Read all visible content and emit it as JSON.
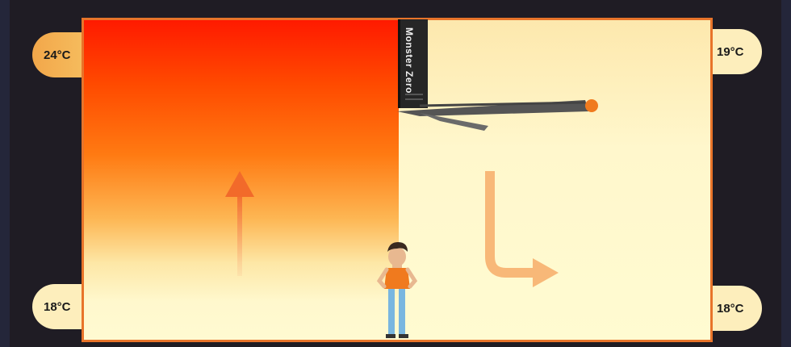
{
  "diagram": {
    "temperatures": {
      "top_left": "24°C",
      "top_right": "19°C",
      "bottom_left": "18°C",
      "bottom_right": "18°C"
    },
    "heater_label": "Monster Zero",
    "colors": {
      "hot_top": "#ff1a00",
      "warm_mid": "#ff7a12",
      "cool_room": "#fffbd1",
      "border": "#e8742a",
      "arrow_up": "#f26a2a",
      "arrow_curve": "#f8b878",
      "background": "#1f1c24"
    },
    "icons": {
      "person": "standing-person",
      "heater": "wall-heater",
      "flow_up": "up-arrow",
      "flow_down_right": "curved-arrow"
    }
  }
}
